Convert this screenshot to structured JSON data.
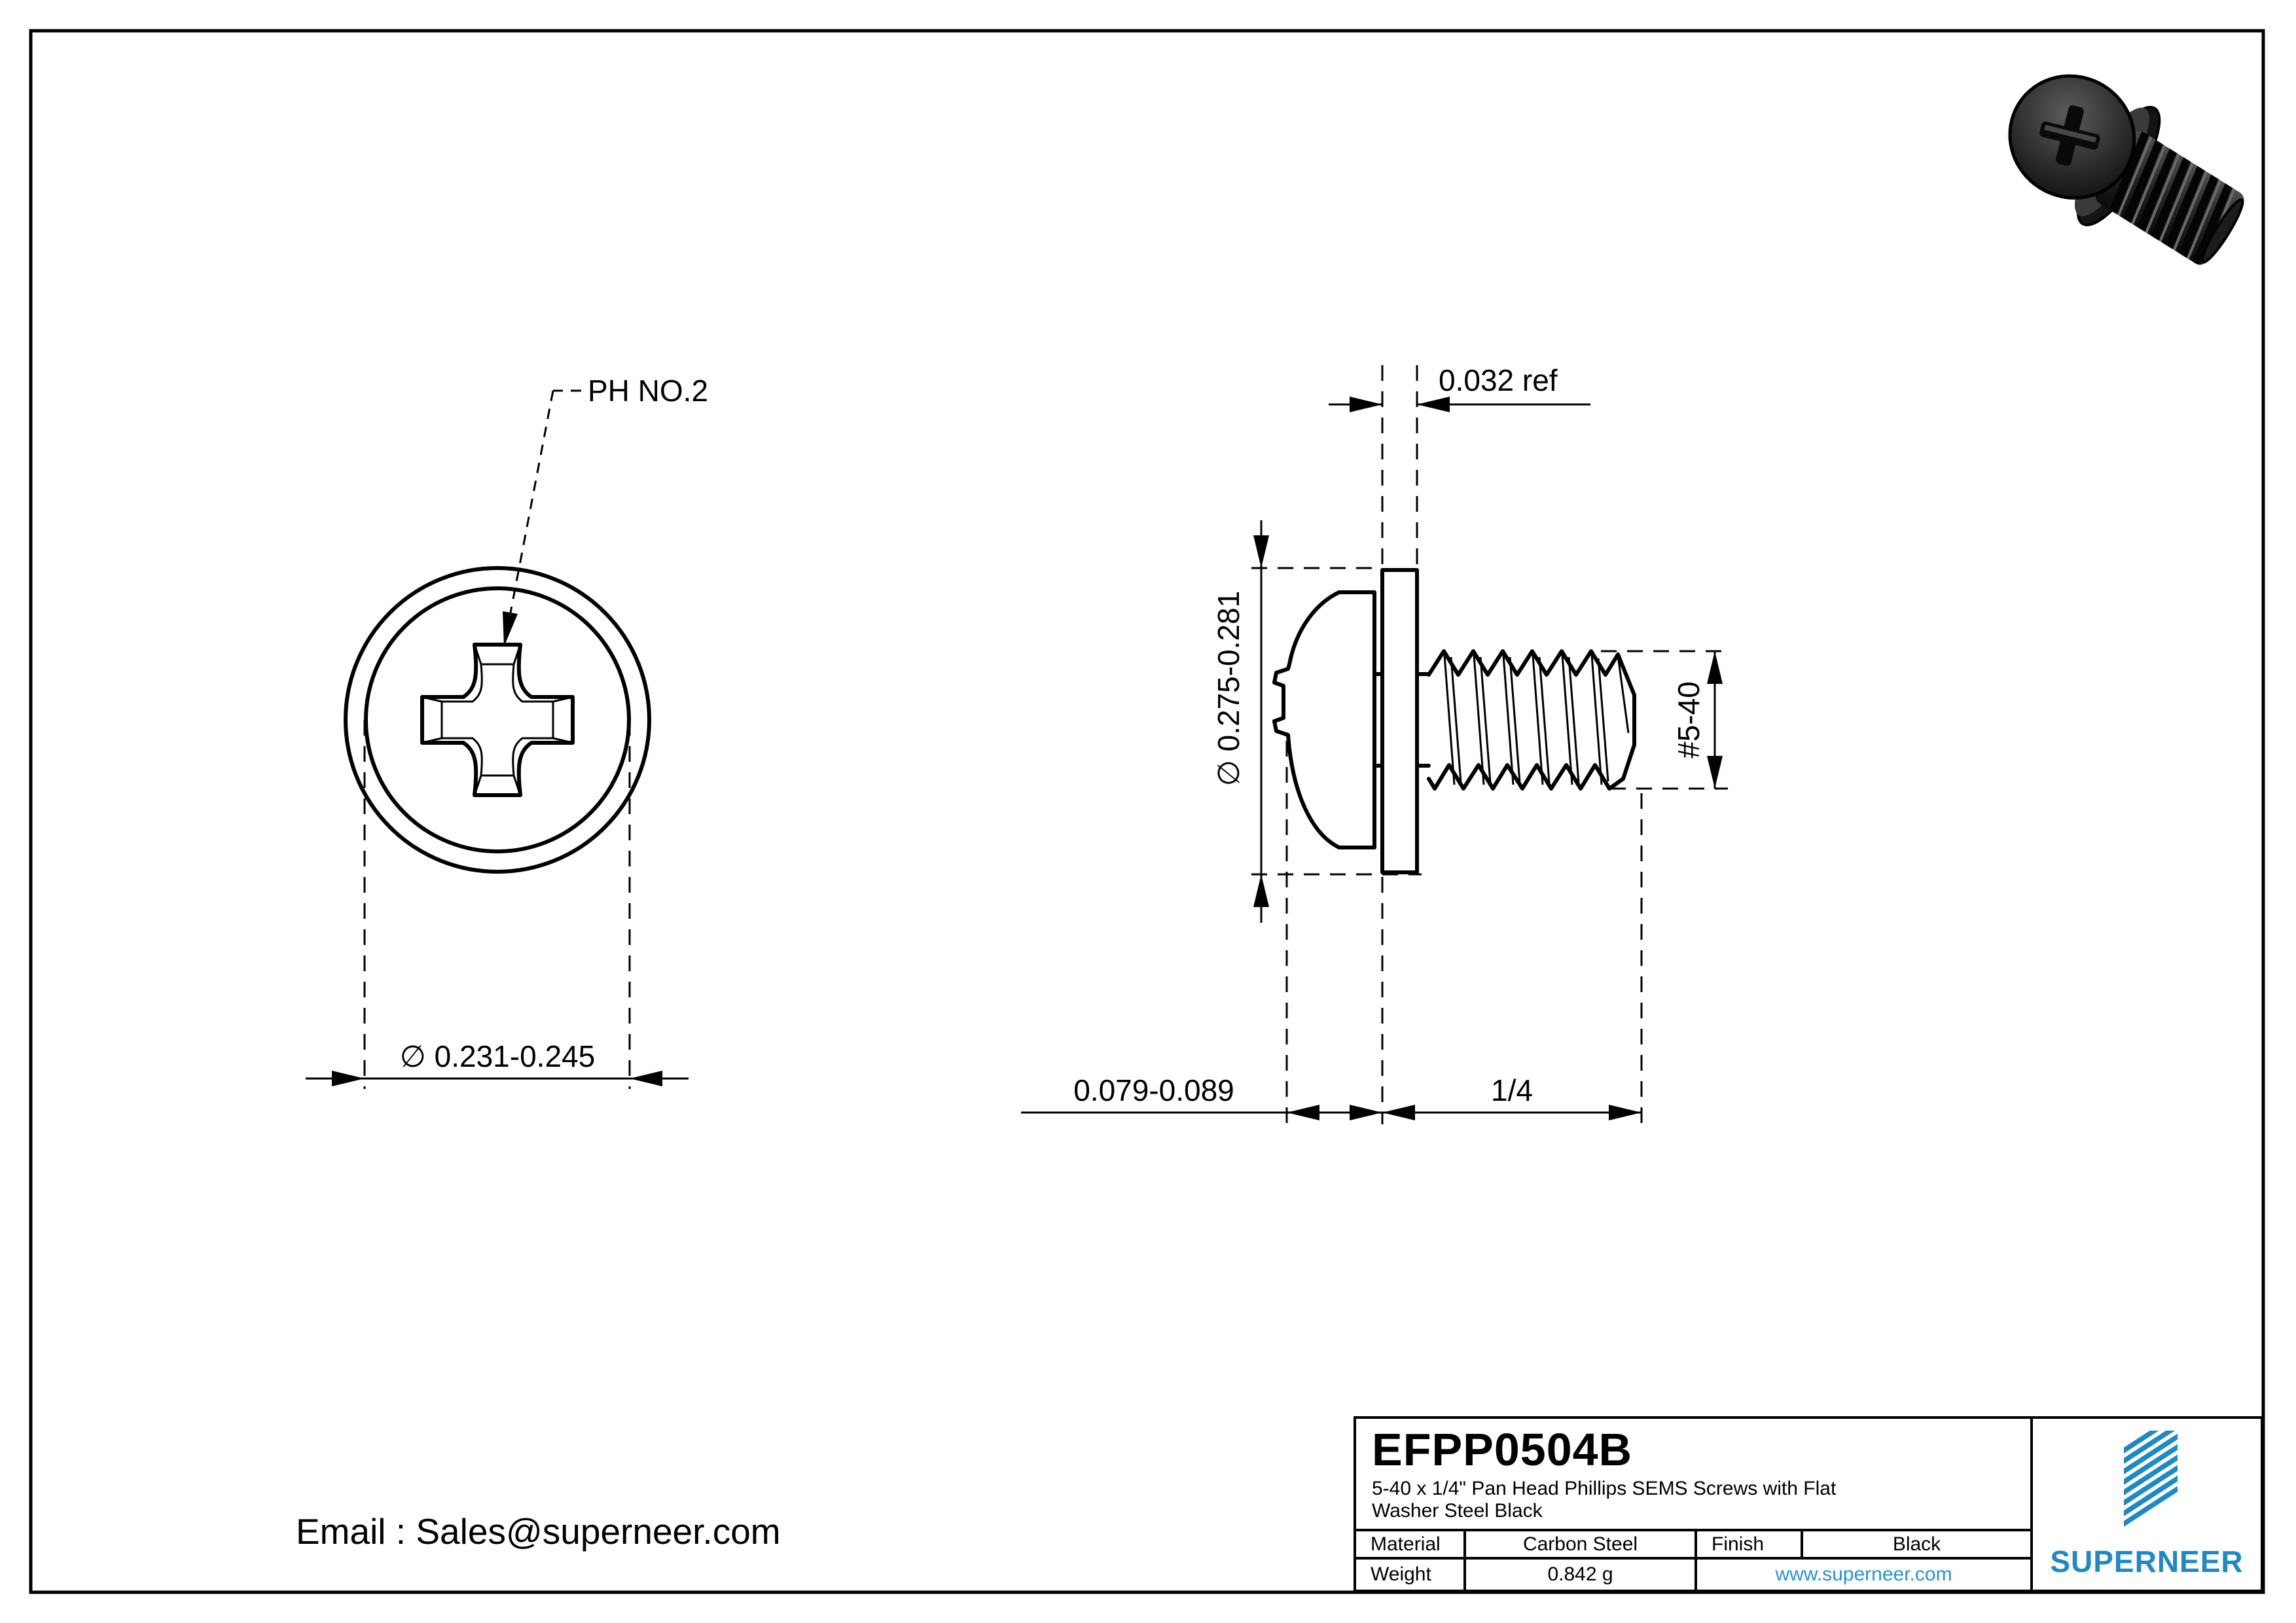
{
  "drawing": {
    "ph_label": "PH NO.2",
    "head_diameter": "∅ 0.231-0.245",
    "washer_diameter": "∅ 0.275-0.281",
    "washer_thickness_ref": "0.032 ref",
    "thread_spec": "#5-40",
    "head_height": "0.079-0.089",
    "thread_length": "1/4"
  },
  "contact": {
    "email": "Email : Sales@superneer.com"
  },
  "title_block": {
    "part_number": "EFPP0504B",
    "description_line1": "5-40 x 1/4\" Pan Head Phillips SEMS Screws with Flat",
    "description_line2": "Washer Steel Black",
    "material_label": "Material",
    "material_value": "Carbon Steel",
    "finish_label": "Finish",
    "finish_value": "Black",
    "weight_label": "Weight",
    "weight_value": "0.842 g",
    "website": "www.superneer.com",
    "brand": "SUPERNEER",
    "accent_color": "#1e88c9",
    "link_color": "#2694d4",
    "screw_color": "Black"
  }
}
